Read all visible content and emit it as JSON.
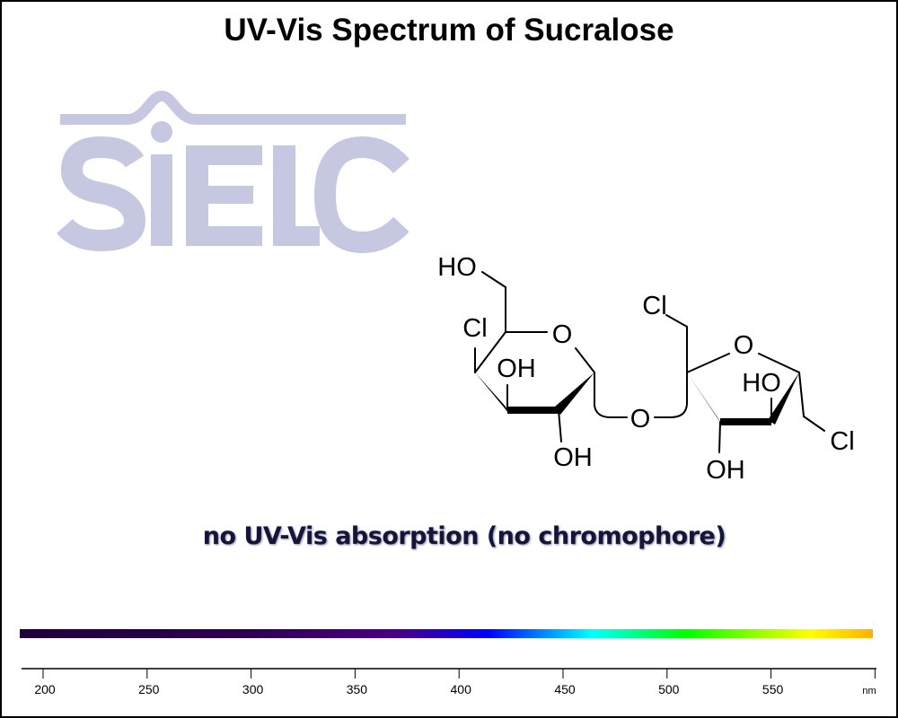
{
  "chart_data": {
    "type": "line",
    "title": "UV-Vis Spectrum of Sucralose",
    "annotation": "no UV-Vis absorption (no chromophore)",
    "xlabel": "nm",
    "xlim": [
      190,
      600
    ],
    "xticks": [
      200,
      250,
      300,
      350,
      400,
      450,
      500,
      550
    ],
    "series": [],
    "grid": false,
    "watermark": "SIELC",
    "spectrum_colors": [
      {
        "nm": 190,
        "color": "#22003a"
      },
      {
        "nm": 300,
        "color": "#2c0050"
      },
      {
        "nm": 370,
        "color": "#4b0082"
      },
      {
        "nm": 415,
        "color": "#0000ff"
      },
      {
        "nm": 465,
        "color": "#00ffff"
      },
      {
        "nm": 510,
        "color": "#00ff00"
      },
      {
        "nm": 570,
        "color": "#ffff00"
      },
      {
        "nm": 600,
        "color": "#ffb000"
      }
    ]
  },
  "structure": {
    "labels": [
      "HO",
      "Cl",
      "O",
      "OH",
      "OH",
      "O",
      "Cl",
      "O",
      "HO",
      "OH",
      "Cl"
    ]
  }
}
